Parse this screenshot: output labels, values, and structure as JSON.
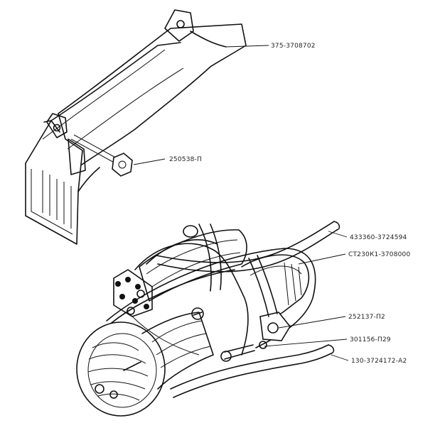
{
  "diagram": {
    "callouts": [
      {
        "id": "bracket",
        "part_number": "375-3708702"
      },
      {
        "id": "nut",
        "part_number": "250538-П"
      },
      {
        "id": "cable-upper",
        "part_number": "433360-3724594"
      },
      {
        "id": "starter",
        "part_number": "СТ230К1-3708000"
      },
      {
        "id": "nut-lower",
        "part_number": "252137-П2"
      },
      {
        "id": "washer",
        "part_number": "301156-П29"
      },
      {
        "id": "cable-lower",
        "part_number": "130-3724172-А2"
      }
    ]
  }
}
